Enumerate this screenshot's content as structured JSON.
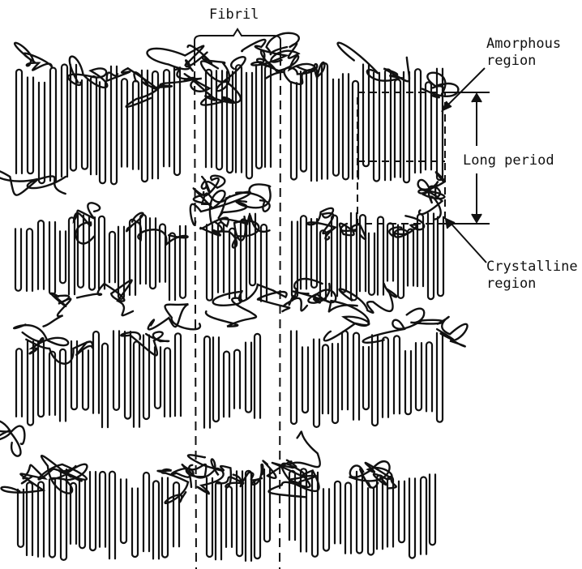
{
  "labels": {
    "fibril": "Fibril",
    "amorphous": [
      "Amorphous",
      "region"
    ],
    "long_period": "Long period",
    "crystalline": [
      "Crystalline",
      "region"
    ]
  },
  "colors": {
    "ink": "#111111",
    "background": "#ffffff"
  }
}
